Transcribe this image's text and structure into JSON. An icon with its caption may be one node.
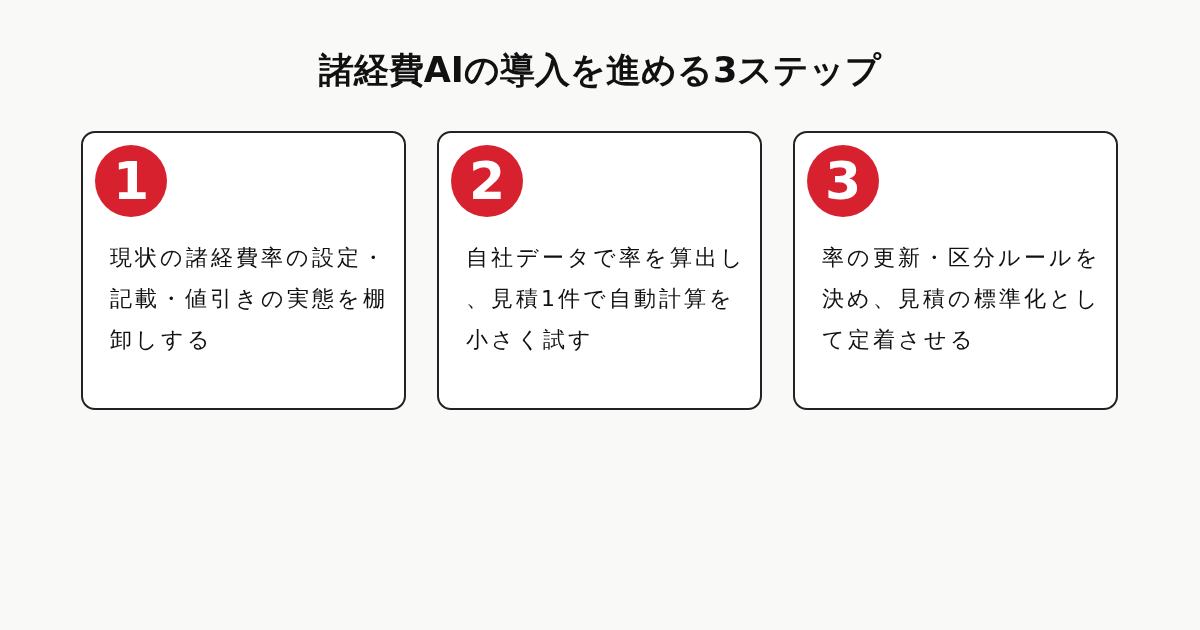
{
  "diagram": {
    "title": "諸経費AIの導入を進める3ステップ",
    "nodes": [
      {
        "text": [
          "現状の諸経費率の設定・記載・値引きの実態を棚卸しする"
        ]
      },
      {
        "text": [
          "1"
        ],
        "in": 0
      },
      {
        "text": [
          "自社データで率を算出し、見積1件で自動計算を小さく試す"
        ]
      },
      {
        "text": [
          "2"
        ],
        "in": 2
      },
      {
        "text": [
          "率の更新・区分ルールを決め、見積の標準化として定着させる"
        ]
      },
      {
        "text": [
          "3"
        ],
        "in": 4
      }
    ],
    "edges": []
  }
}
